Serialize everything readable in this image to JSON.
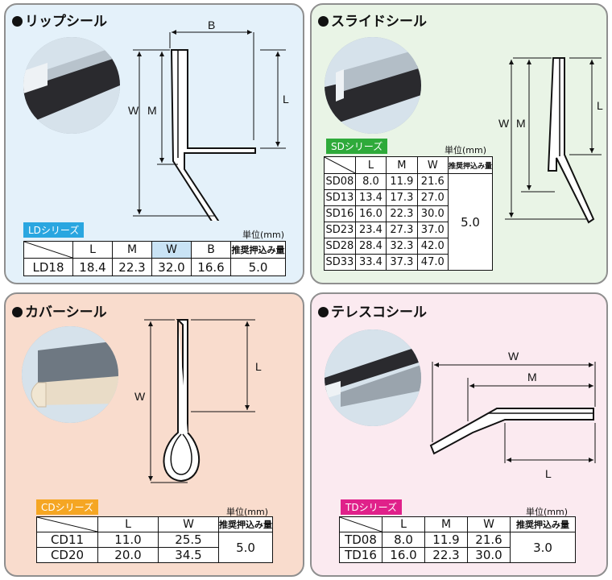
{
  "panels": {
    "ld": {
      "title": "リップシール",
      "series_label": "LDシリーズ",
      "series_color": "#2aa6e0",
      "unit": "単位(mm)",
      "headers": [
        "L",
        "M",
        "W",
        "B",
        "推奨押込み量"
      ],
      "rows": [
        {
          "model": "LD18",
          "values": [
            "18.4",
            "22.3",
            "32.0",
            "16.6"
          ],
          "push": "5.0"
        }
      ],
      "dims": {
        "b": "B",
        "l": "L",
        "w": "W",
        "m": "M"
      }
    },
    "sd": {
      "title": "スライドシール",
      "series_label": "SDシリーズ",
      "series_color": "#2eaa3a",
      "unit": "単位(mm)",
      "headers": [
        "L",
        "M",
        "W",
        "推奨押込み量"
      ],
      "rows": [
        {
          "model": "SD08",
          "values": [
            "8.0",
            "11.9",
            "21.6"
          ]
        },
        {
          "model": "SD13",
          "values": [
            "13.4",
            "17.3",
            "27.0"
          ]
        },
        {
          "model": "SD16",
          "values": [
            "16.0",
            "22.3",
            "30.0"
          ]
        },
        {
          "model": "SD23",
          "values": [
            "23.4",
            "27.3",
            "37.0"
          ]
        },
        {
          "model": "SD28",
          "values": [
            "28.4",
            "32.3",
            "42.0"
          ]
        },
        {
          "model": "SD33",
          "values": [
            "33.4",
            "37.3",
            "47.0"
          ]
        }
      ],
      "push": "5.0",
      "dims": {
        "l": "L",
        "w": "W",
        "m": "M"
      }
    },
    "cd": {
      "title": "カバーシール",
      "series_label": "CDシリーズ",
      "series_color": "#f5a623",
      "unit": "単位(mm)",
      "headers": [
        "L",
        "W",
        "推奨押込み量"
      ],
      "rows": [
        {
          "model": "CD11",
          "values": [
            "11.0",
            "25.5"
          ]
        },
        {
          "model": "CD20",
          "values": [
            "20.0",
            "34.5"
          ]
        }
      ],
      "push": "5.0",
      "dims": {
        "l": "L",
        "w": "W"
      }
    },
    "td": {
      "title": "テレスコシール",
      "series_label": "TDシリーズ",
      "series_color": "#e0218a",
      "unit": "単位(mm)",
      "headers": [
        "L",
        "M",
        "W",
        "推奨押込み量"
      ],
      "rows": [
        {
          "model": "TD08",
          "values": [
            "8.0",
            "11.9",
            "21.6"
          ]
        },
        {
          "model": "TD16",
          "values": [
            "16.0",
            "22.3",
            "30.0"
          ]
        }
      ],
      "push": "3.0",
      "dims": {
        "w": "W",
        "m": "M",
        "l": "L"
      }
    }
  },
  "colors": {
    "ld_bg": "#e4f1fa",
    "sd_bg": "#e9f4e6",
    "cd_bg": "#f9dccd",
    "td_bg": "#fbeaf0"
  }
}
